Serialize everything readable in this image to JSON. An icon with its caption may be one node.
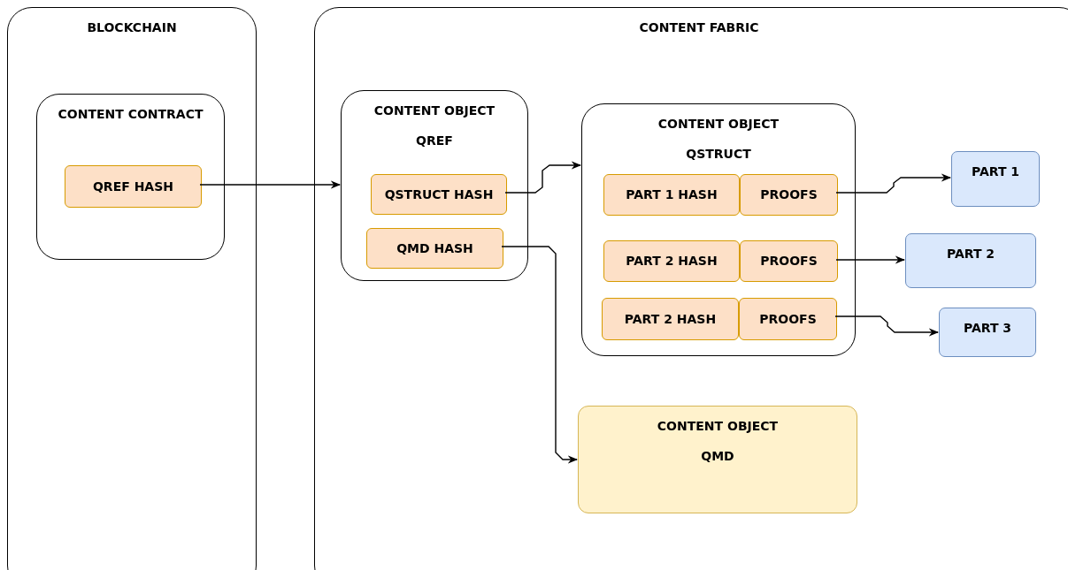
{
  "diagram": {
    "nodes": [
      {
        "text": [
          "BLOCKCHAIN"
        ]
      },
      {
        "text": [
          "CONTENT CONTRACT"
        ],
        "in": 0
      },
      {
        "text": [
          "QREF HASH"
        ],
        "in": 1
      },
      {
        "text": [
          "CONTENT FABRIC"
        ]
      },
      {
        "text": [
          "CONTENT OBJECT",
          "QREF"
        ],
        "in": 3
      },
      {
        "text": [
          "QSTRUCT HASH"
        ],
        "in": 4
      },
      {
        "text": [
          "QMD HASH"
        ],
        "in": 4
      },
      {
        "text": [
          "CONTENT OBJECT",
          "QSTRUCT"
        ],
        "in": 3
      },
      {
        "text": [
          "PART 1 HASH"
        ],
        "in": 7
      },
      {
        "text": [
          "PROOFS"
        ],
        "in": 7
      },
      {
        "text": [
          "PART 2 HASH"
        ],
        "in": 7
      },
      {
        "text": [
          "PROOFS"
        ],
        "in": 7
      },
      {
        "text": [
          "PART 2 HASH"
        ],
        "in": 7
      },
      {
        "text": [
          "PROOFS"
        ],
        "in": 7
      },
      {
        "text": [
          "CONTENT OBJECT",
          "QMD"
        ],
        "in": 3
      },
      {
        "text": [
          "PART 1"
        ],
        "in": 3
      },
      {
        "text": [
          "PART 2"
        ],
        "in": 3
      },
      {
        "text": [
          "PART 3"
        ],
        "in": 3
      }
    ],
    "edges": [
      {
        "from": 2,
        "to": 4,
        "arrow": "to"
      },
      {
        "from": 5,
        "to": 7,
        "arrow": "to"
      },
      {
        "from": 6,
        "to": 14,
        "arrow": "to"
      },
      {
        "from": 9,
        "to": 15,
        "arrow": "to"
      },
      {
        "from": 11,
        "to": 16,
        "arrow": "to"
      },
      {
        "from": 13,
        "to": 17,
        "arrow": "to"
      }
    ]
  }
}
